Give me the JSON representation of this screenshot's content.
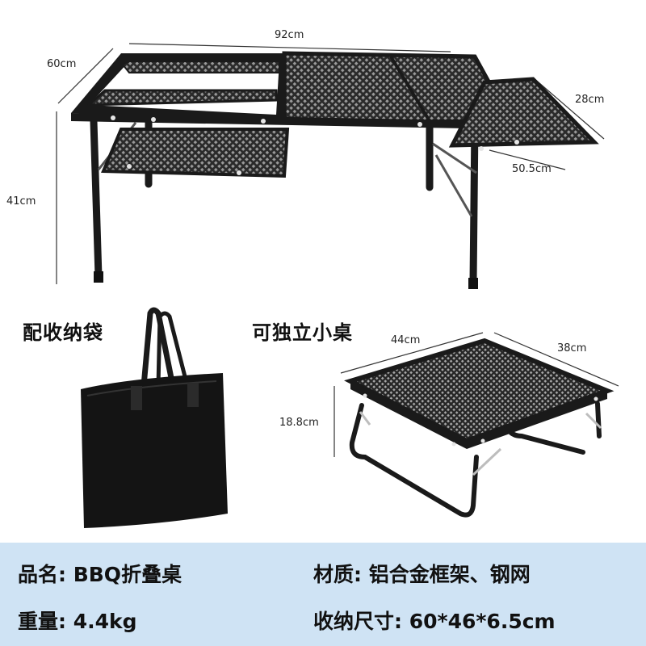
{
  "dimensions": {
    "length": "92cm",
    "width": "60cm",
    "height": "41cm",
    "side_shelf_depth": "28cm",
    "side_shelf_length": "50.5cm",
    "small_table_length": "44cm",
    "small_table_width": "38cm",
    "small_table_height": "18.8cm"
  },
  "captions": {
    "bag": "配收纳袋",
    "small_table": "可独立小桌"
  },
  "specs": {
    "name": "品名: BBQ折叠桌",
    "material": "材质: 铝合金框架、钢网",
    "weight": "重量: 4.4kg",
    "folded_size": "收纳尺寸: 60*46*6.5cm"
  },
  "colors": {
    "band": "#cfe3f4",
    "frame": "#1a1a1a"
  }
}
